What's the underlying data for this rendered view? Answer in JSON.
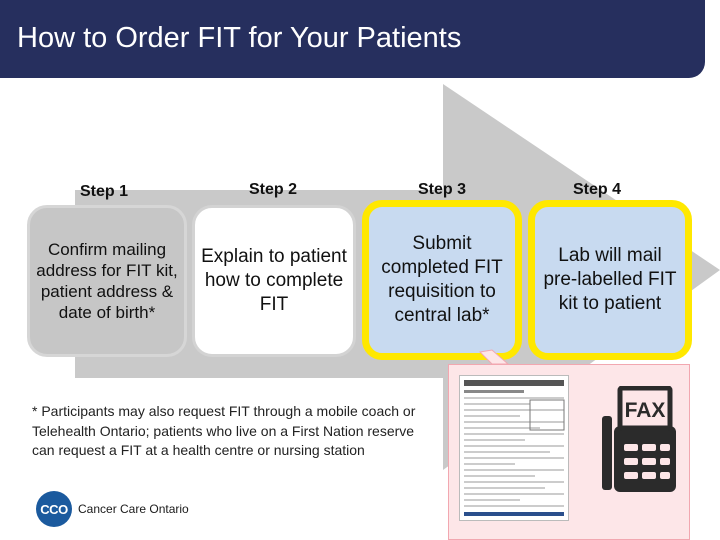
{
  "title": "How to Order FIT for Your Patients",
  "steps": [
    {
      "label": "Step 1",
      "text": "Confirm mailing address for FIT kit, patient address & date of birth*"
    },
    {
      "label": "Step 2",
      "text": "Explain to patient how to complete FIT"
    },
    {
      "label": "Step 3",
      "text": "Submit completed FIT requisition to central lab*"
    },
    {
      "label": "Step 4",
      "text": "Lab will mail pre-labelled FIT kit to patient"
    }
  ],
  "footnote": "* Participants may also request FIT through a mobile coach or Telehealth Ontario; patients who live on a First Nation reserve can request a FIT at a health centre or nursing station",
  "logo": {
    "mark": "CCO",
    "name": "Cancer Care Ontario"
  },
  "fax": {
    "label": "FAX"
  },
  "colors": {
    "title_bg": "#262f5e",
    "highlight_border": "#ffe800",
    "highlight_fill": "#c8daf0",
    "arrow": "#c9c9c9",
    "fax_panel": "#fde6e8"
  }
}
